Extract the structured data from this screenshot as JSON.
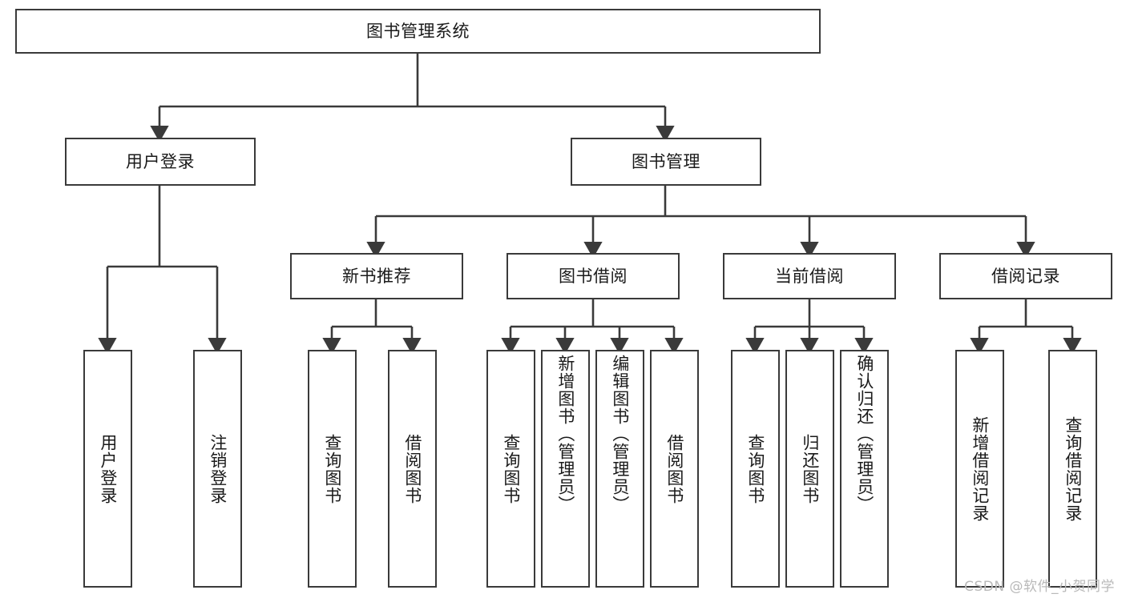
{
  "diagram": {
    "title": "图书管理系统",
    "watermark": "CSDN @软件_小贺同学",
    "line_color": "#3a3a3a",
    "background_color": "#ffffff",
    "text_color": "#1a1a1a",
    "watermark_color": "#b9b9b9",
    "root": {
      "label": "图书管理系统"
    },
    "level2": [
      {
        "label": "用户登录"
      },
      {
        "label": "图书管理"
      }
    ],
    "level3": [
      {
        "label": "新书推荐"
      },
      {
        "label": "图书借阅"
      },
      {
        "label": "当前借阅"
      },
      {
        "label": "借阅记录"
      }
    ],
    "leaves": {
      "user_login": [
        {
          "label": "用户登录"
        },
        {
          "label": "注销登录"
        }
      ],
      "new_book_recommend": [
        {
          "label": "查询图书"
        },
        {
          "label": "借阅图书"
        }
      ],
      "book_borrow": [
        {
          "label": "查询图书"
        },
        {
          "label": "新增图书（管理员）"
        },
        {
          "label": "编辑图书（管理员）"
        },
        {
          "label": "借阅图书"
        }
      ],
      "current_borrow": [
        {
          "label": "查询图书"
        },
        {
          "label": "归还图书"
        },
        {
          "label": "确认归还（管理员）"
        }
      ],
      "borrow_record": [
        {
          "label": "新增借阅记录"
        },
        {
          "label": "查询借阅记录"
        }
      ]
    }
  }
}
